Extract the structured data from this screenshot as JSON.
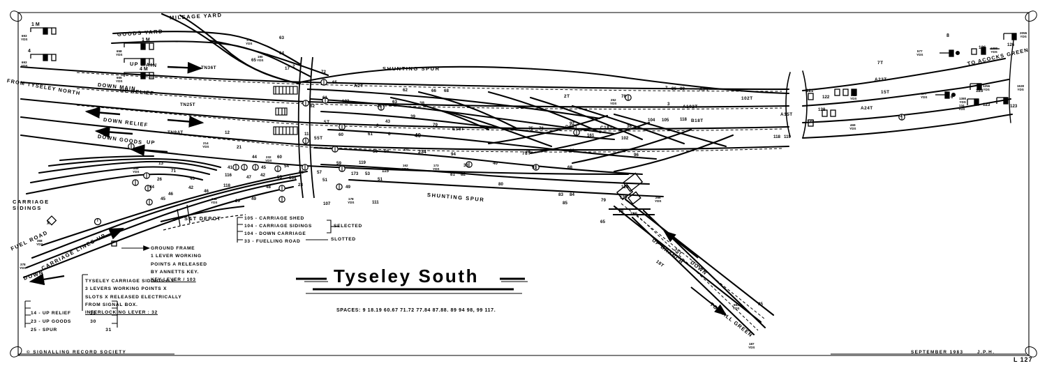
{
  "sheet": {
    "title": "Tyseley South",
    "sheet_number": "L 127",
    "copyright": "© SIGNALLING  RECORD  SOCIETY",
    "date": "SEPTEMBER   1983",
    "author": "J.P.H.",
    "spaces": "SPACES: 9 18.19 60.67 71.72 77.84 87.88. 89 94 98, 99  117."
  },
  "routes": {
    "from_left": "FROM TYSELEY  NORTH",
    "to_right_top": "TO  ACOCKS  GREEN",
    "to_branch": "TO  HALL  GREEN",
    "branch_up": "UP  BRANCH",
    "branch_down": "DOWN"
  },
  "yards": {
    "mileage": "MILEAGE  YARD",
    "goods": "GOODS  YARD",
    "carriage_sidings": "CARRIAGE\nSIDINGS",
    "fuel_road": "FUEL  ROAD",
    "carriage_lines_up": "CARRIAGE   LINES   UP",
    "carriage_lines_down": "DOWN",
    "st_depot": "S&T  DEPOT",
    "shunting_spur_top": "SHUNTING   SPUR",
    "shunting_spur_bottom": "SHUNTING   SPUR"
  },
  "track_names": {
    "up_main": "UP  MAIN",
    "down_main": "DOWN  MAIN",
    "up_relief": "UP  RELIEF",
    "down_relief": "DOWN  RELIEF",
    "down_goods": "DOWN  GOODS",
    "up_goods_arrow": "UP"
  },
  "track_circuits": [
    "TN36T",
    "TN25T",
    "TN9AT",
    "A2T",
    "5T",
    "55T",
    "2T",
    "E18T",
    "78T",
    "A7T",
    "102T",
    "A102T",
    "B18T",
    "C18T",
    "D18T",
    "A15T",
    "7T",
    "A23T",
    "15T",
    "A24T",
    "20T",
    "18T"
  ],
  "legend_selected": {
    "lines": [
      "105 - CARRIAGE   SHED",
      "104 - CARRIAGE   SIDINGS",
      "104 - DOWN     CARRIAGE",
      "33 - FUELLING    ROAD"
    ],
    "bracket_note": "SELECTED",
    "slotted_note": "SLOTTED"
  },
  "legend_ground_frame": {
    "lines": [
      "GROUND    FRAME",
      "1   LEVER   WORKING",
      "POINTS    A  RELEASED",
      "BY    ANNETTS   KEY.",
      "KEY   LEVER  /  103"
    ]
  },
  "legend_carriage_sidings": {
    "lines": [
      "TYSELEY  CARRIAGE   SIDINGS  G.F.",
      "3    LEVERS   WORKING   POINTS  X",
      "SLOTS    X   RELEASED  ELECTRICALLY",
      "FROM    SIGNAL    BOX.",
      "INTERLOCKING    LEVER  :   32"
    ]
  },
  "legend_routes_table": {
    "rows": [
      {
        "left": "14  -  UP    RELIEF",
        "right": "10"
      },
      {
        "left": "23  -  UP    GOODS",
        "right": "30"
      },
      {
        "left": "25  -  SPUR",
        "right": "31"
      }
    ]
  },
  "signal_numbers": [
    "4",
    "8",
    "11",
    "12",
    "13",
    "17",
    "20",
    "21",
    "23",
    "24",
    "25",
    "26",
    "27",
    "28",
    "29",
    "33",
    "35",
    "36",
    "37",
    "38",
    "39",
    "40",
    "41",
    "42",
    "43",
    "44",
    "45",
    "46",
    "47",
    "48",
    "49",
    "50",
    "51",
    "52",
    "53",
    "54",
    "55",
    "56",
    "57",
    "58",
    "59",
    "60",
    "61",
    "62",
    "63",
    "64",
    "65",
    "66",
    "68",
    "69",
    "70",
    "71",
    "72",
    "73",
    "74",
    "75",
    "76",
    "78",
    "79",
    "80",
    "81",
    "82",
    "83",
    "84",
    "85",
    "86",
    "88",
    "90",
    "91",
    "92",
    "93",
    "94",
    "96",
    "97",
    "100",
    "101",
    "102",
    "104",
    "105",
    "106",
    "107",
    "111",
    "112",
    "113",
    "115",
    "116",
    "118",
    "119",
    "120",
    "121",
    "122",
    "123",
    "124",
    "126",
    "127",
    "134",
    "173",
    "234",
    "237"
  ],
  "distance_markers": [
    "693\nYDS",
    "658\nYDS",
    "666\nYDS",
    "172\nYDS",
    "190\nYDS",
    "214\nYDS",
    "368\nYDS",
    "378\nYDS",
    "368\nYDS",
    "232\nYDS",
    "252\nYDS",
    "268\nYDS",
    "144\nYDS",
    "162\nYDS",
    "178\nYDS",
    "469\nYDS",
    "462\nYDS",
    "577\nYDS",
    "577\nYDS",
    "580\nYDS",
    "1380\nYDS",
    "1380\nYDS",
    "1256\nYDS",
    "2055\nYDS",
    "683\nYDS",
    "266\nYDS",
    "134\nYDS"
  ],
  "markers": {
    "ground_frame_a": "A",
    "carriage_gf_x": "X",
    "key_t": "T"
  }
}
